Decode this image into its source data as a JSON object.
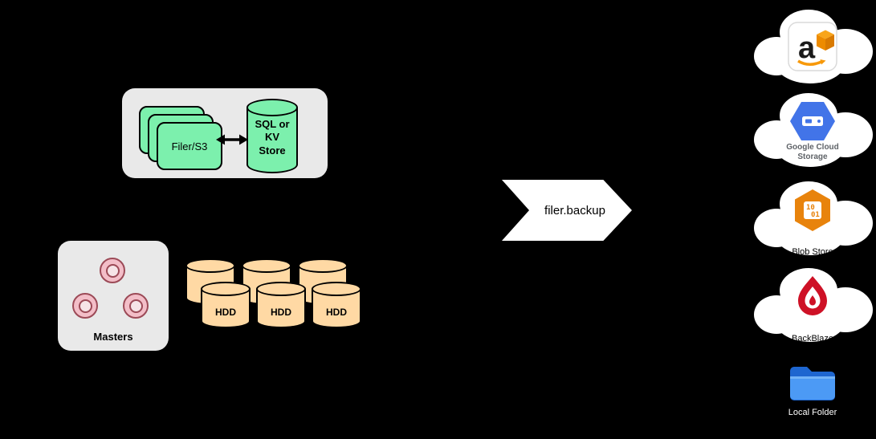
{
  "filer_group": {
    "filer_label": "Filer/S3",
    "store_lines": [
      "SQL or",
      "KV",
      "Store"
    ]
  },
  "masters": {
    "label": "Masters"
  },
  "volumes": {
    "hdd_labels": [
      "HDD",
      "HDD",
      "HDD"
    ]
  },
  "backup_flow": {
    "label": "filer.backup"
  },
  "destinations": {
    "aws_s3": {
      "icon": "aws-s3-icon",
      "letter": "a"
    },
    "google_cloud_storage": {
      "icon": "google-cloud-storage-icon",
      "label_lines": [
        "Google Cloud",
        "Storage"
      ]
    },
    "blob_store": {
      "icon": "blob-store-icon",
      "digits": [
        "10",
        "01"
      ],
      "label": "Blob Store"
    },
    "backblaze": {
      "icon": "backblaze-icon",
      "label": "BackBlaze"
    },
    "local_folder": {
      "icon": "local-folder-icon",
      "label": "Local Folder"
    }
  },
  "icons": [
    "bidirectional-arrow-icon",
    "cloud-icon",
    "master-node-icon",
    "cylinder-shape",
    "aws-s3-icon",
    "google-cloud-storage-icon",
    "blob-store-icon",
    "backblaze-icon",
    "local-folder-icon"
  ],
  "colors": {
    "background": "#000000",
    "panel_gray": "#E9E9E9",
    "filer_green": "#7CF0AD",
    "hdd_tan": "#FFD9A4",
    "master_pink": "#F3BEC8",
    "master_ring": "#9C4A57",
    "arrow_white": "#FFFFFF",
    "gcs_blue": "#4274E8",
    "blob_orange": "#E8830C",
    "backblaze_red": "#CE1126",
    "folder_blue": "#2D7BE5"
  }
}
